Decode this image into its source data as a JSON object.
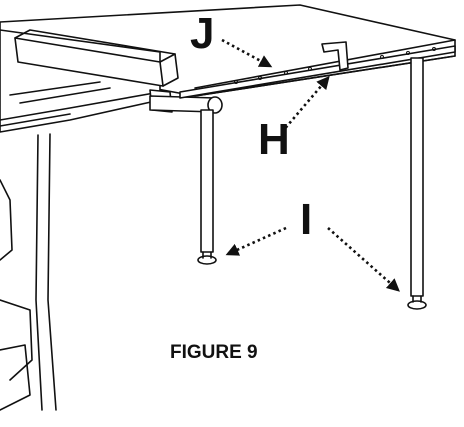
{
  "callouts": {
    "j": "J",
    "h": "H",
    "i": "I"
  },
  "caption": "FIGURE 9"
}
